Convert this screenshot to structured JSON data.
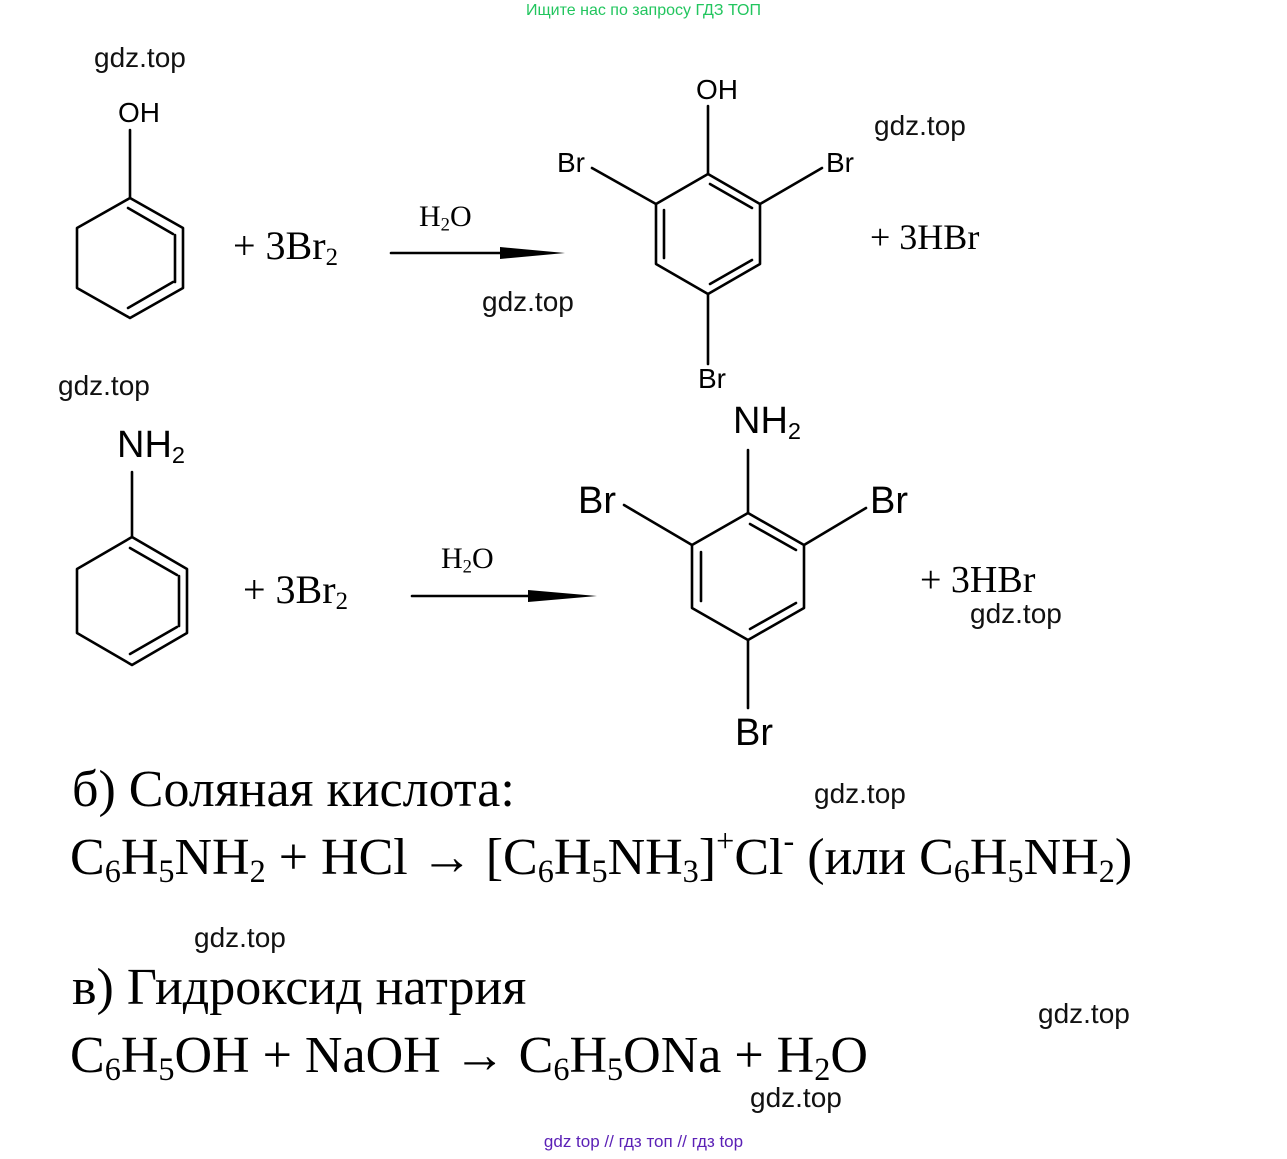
{
  "banner": "Ищите нас по запросу ГДЗ ТОП",
  "watermark": "gdz.top",
  "reaction1": {
    "reactant_group": "OH",
    "reagent_prefix": "+ 3Br",
    "reagent_sub": "2",
    "condition_main": "H",
    "condition_sub": "2",
    "condition_tail": "O",
    "product_group": "OH",
    "product_subst_left": "Br",
    "product_subst_right": "Br",
    "product_subst_bottom": "Br",
    "byproduct": "+ 3HBr"
  },
  "reaction2": {
    "reactant_group_main": "NH",
    "reactant_group_sub": "2",
    "reagent_prefix": "+ 3Br",
    "reagent_sub": "2",
    "condition_main": "H",
    "condition_sub": "2",
    "condition_tail": "O",
    "product_group_main": "NH",
    "product_group_sub": "2",
    "product_subst_left": "Br",
    "product_subst_right": "Br",
    "product_subst_bottom": "Br",
    "byproduct": "+ 3HBr"
  },
  "section_b": {
    "title": "б) Соляная кислота:",
    "eq": {
      "t1": "C",
      "s1": "6",
      "t2": "H",
      "s2": "5",
      "t3": "NH",
      "s3": "2",
      "t4": " + HCl → [C",
      "s4": "6",
      "t5": "H",
      "s5": "5",
      "t6": "NH",
      "s6": "3",
      "t7": "]",
      "sup1": "+",
      "t8": "Cl",
      "sup2": "-",
      "t9": " (или C",
      "s7": "6",
      "t10": "H",
      "s8": "5",
      "t11": "NH",
      "s9": "2",
      "t12": ")"
    }
  },
  "section_c": {
    "title": "в) Гидроксид натрия",
    "eq": {
      "t1": "C",
      "s1": "6",
      "t2": "H",
      "s2": "5",
      "t3": "OH + NaOH → C",
      "s3": "6",
      "t4": "H",
      "s4": "5",
      "t5": "ONa + H",
      "s5": "2",
      "t6": "O"
    }
  },
  "footer": "gdz top  //  гдз топ  //  гдз top"
}
